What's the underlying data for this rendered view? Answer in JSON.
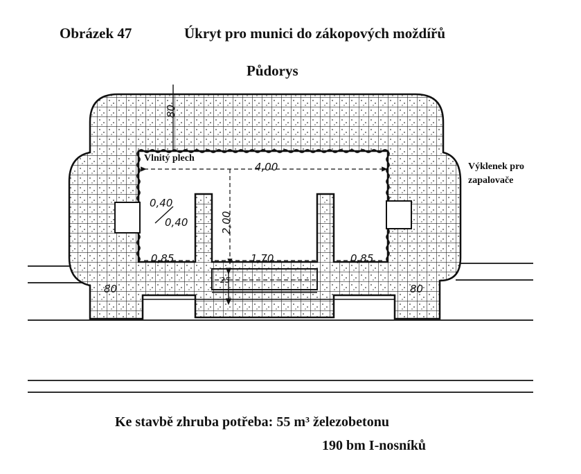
{
  "header": {
    "figure_number": "Obrázek 47",
    "figure_title": "Úkryt pro munici do zákopových moždířů",
    "view_label": "Půdorys"
  },
  "annotations": {
    "corrugated_sheet": "Vlnitý plech",
    "niche_line1": "Výklenek pro",
    "niche_line2": "zapalovače"
  },
  "dimensions": {
    "wall_top": "80",
    "wall_left": "80",
    "wall_right": "80",
    "inner_width": "4,00",
    "inner_depth": "2,00",
    "niche_size_a": "0,40",
    "niche_size_b": "0,40",
    "left_bay": "0,85",
    "center_bay": "1,70",
    "right_bay": "0,85",
    "slab": "25"
  },
  "footer": {
    "requirement_line1": "Ke stavbě zhruba potřeba: 55 m³ železobetonu",
    "requirement_line2": "190 bm I-nosníků"
  },
  "colors": {
    "ink": "#111111",
    "background": "#ffffff"
  }
}
